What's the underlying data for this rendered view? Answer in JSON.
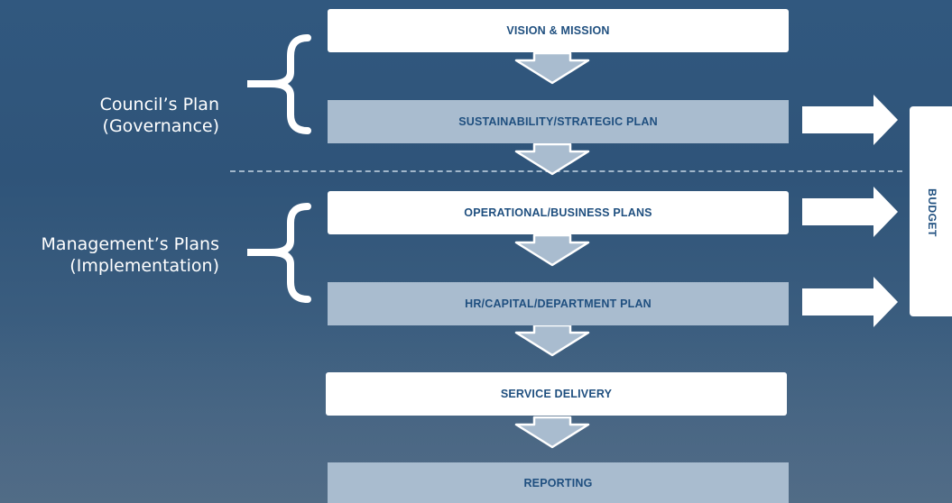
{
  "flow": {
    "vision_mission": "VISION & MISSION",
    "sustainability_plan": "SUSTAINABILITY/STRATEGIC PLAN",
    "operational_plans": "OPERATIONAL/BUSINESS PLANS",
    "hr_capital_plan": "HR/CAPITAL/DEPARTMENT PLAN",
    "service_delivery": "SERVICE DELIVERY",
    "reporting": "REPORTING"
  },
  "groups": {
    "council_line1": "Council’s Plan",
    "council_line2": "(Governance)",
    "management_line1": "Management’s Plans",
    "management_line2": "(Implementation)"
  },
  "budget_label": "BUDGET",
  "colors": {
    "background": "#31587f",
    "box_white": "#ffffff",
    "box_light": "#a9bccf",
    "text_blue": "#1f4f7f",
    "arrow_fill": "#a9bccf"
  }
}
